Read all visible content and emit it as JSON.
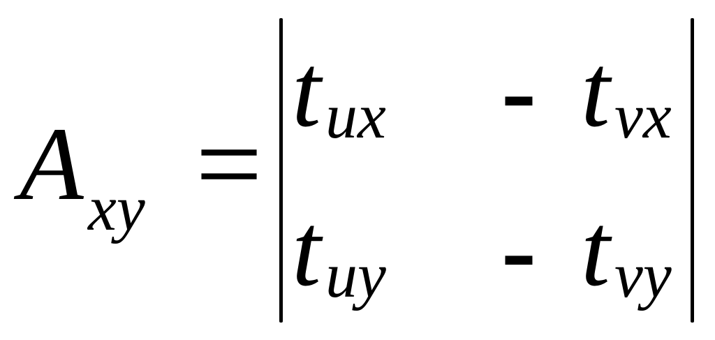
{
  "formula": {
    "lhs": {
      "symbol": "A",
      "subscript": "xy"
    },
    "equals": "=",
    "matrix": {
      "rows": [
        {
          "left": {
            "symbol": "t",
            "subscript": "ux"
          },
          "minus": "-",
          "right": {
            "symbol": "t",
            "subscript": "vx"
          }
        },
        {
          "left": {
            "symbol": "t",
            "subscript": "uy"
          },
          "minus": "-",
          "right": {
            "symbol": "t",
            "subscript": "vy"
          }
        }
      ]
    }
  }
}
